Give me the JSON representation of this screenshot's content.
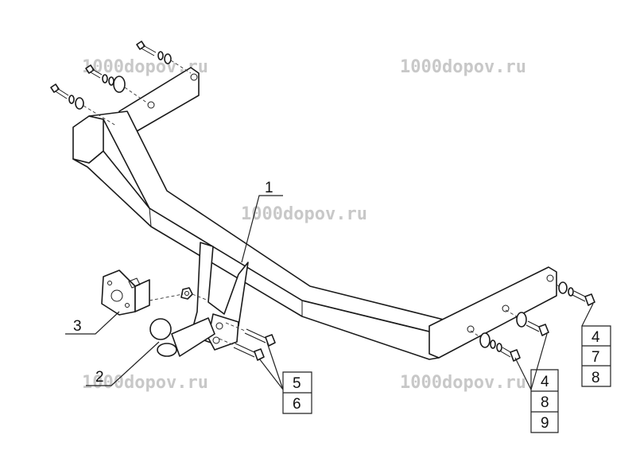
{
  "watermarks": [
    {
      "text": "1000dopov.ru"
    },
    {
      "text": "1000dopov.ru"
    },
    {
      "text": "1000dopov.ru"
    },
    {
      "text": "1000dopov.ru"
    },
    {
      "text": "1000dopov.ru"
    }
  ],
  "callouts": {
    "main_beam": "1",
    "tow_ball": "2",
    "socket_bracket": "3",
    "left_group": [
      "5",
      "6"
    ],
    "middle_group": [
      "4",
      "8",
      "9"
    ],
    "right_group": [
      "4",
      "7",
      "8"
    ]
  },
  "colors": {
    "line": "#1a1a1a",
    "watermark": "#c8c8c8",
    "background": "#ffffff"
  }
}
